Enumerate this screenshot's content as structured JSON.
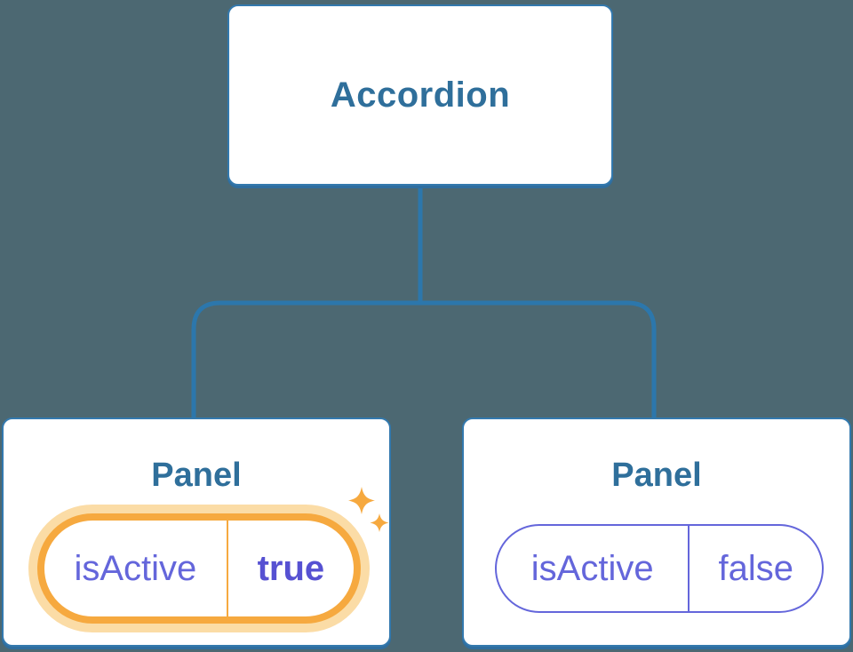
{
  "diagram": {
    "type": "component-tree",
    "root": {
      "label": "Accordion"
    },
    "children": [
      {
        "label": "Panel",
        "state": {
          "key": "isActive",
          "value": "true"
        },
        "highlighted": true,
        "decoration": "sparkle-icon"
      },
      {
        "label": "Panel",
        "state": {
          "key": "isActive",
          "value": "false"
        },
        "highlighted": false
      }
    ],
    "colors": {
      "background": "#4C6872",
      "node_border_blue": "#3379AE",
      "node_shadow_blue": "#2F6E9F",
      "connector_blue": "#2C77AC",
      "node_text_blue": "#2F6F9B",
      "state_purple": "#6466DB",
      "state_purple_bold": "#5651D2",
      "highlight_orange": "#F6A93F",
      "highlight_halo": "#FBDCA6"
    }
  }
}
